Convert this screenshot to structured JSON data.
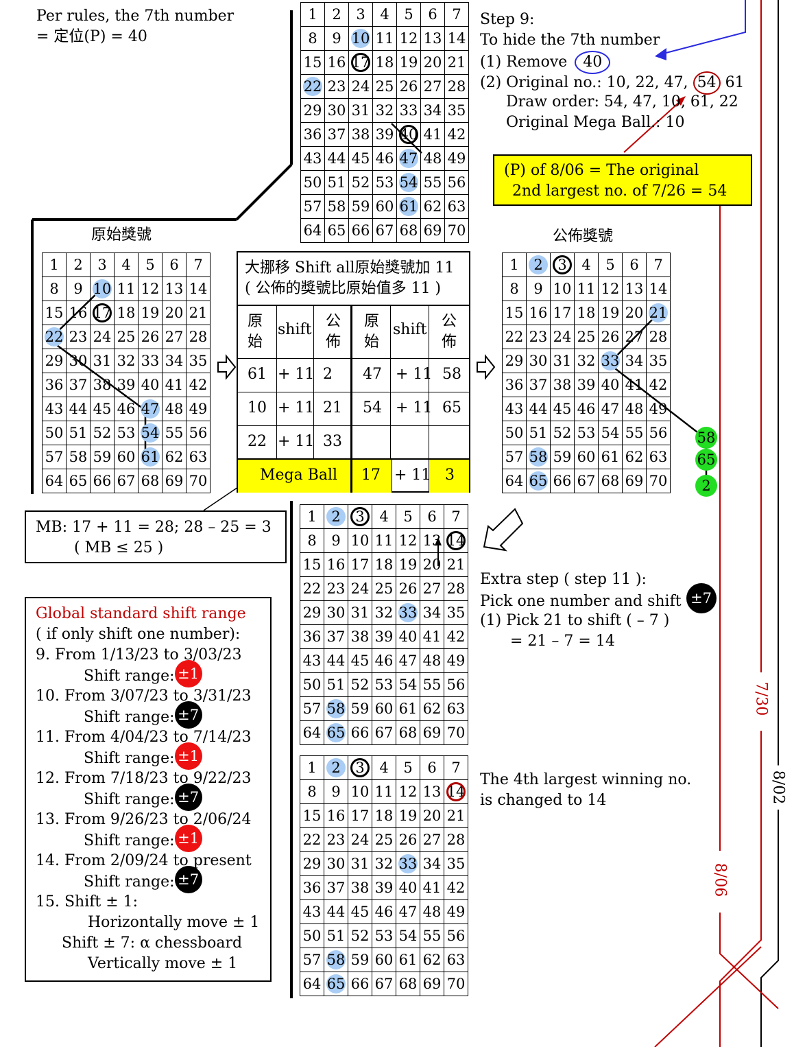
{
  "intro": {
    "line1": "Per rules, the 7th  number",
    "line2": "= 定位(P) = 40"
  },
  "step9": {
    "title": "Step 9:",
    "hide": "To hide the 7th  number",
    "remove_label": "(1)  Remove",
    "remove_value": "40",
    "original_label": "(2) Original no.: 10, 22, 47,",
    "original_circled": "54",
    "original_tail": "61",
    "draw_order": "Draw order: 54, 47, 10, 61, 22",
    "mega": "Original Mega Ball.:  10"
  },
  "yellow_note": {
    "line1": "(P) of 8/06 = The original",
    "line2": "2nd largest no. of 7/26 = 54"
  },
  "labels": {
    "original": "原始獎號",
    "published": "公佈獎號"
  },
  "shift_table": {
    "title1": "大挪移 Shift all原始獎號加 11",
    "title2": "( 公佈的獎號比原始值多 11 )",
    "headers": [
      "原始",
      "shift",
      "公佈",
      "原始",
      "shift",
      "公佈"
    ],
    "rows": [
      [
        "61",
        "+ 11",
        "2",
        "47",
        "+ 11",
        "58"
      ],
      [
        "10",
        "+ 11",
        "21",
        "54",
        "+ 11",
        "65"
      ],
      [
        "22",
        "+ 11",
        "33",
        "",
        "",
        ""
      ]
    ],
    "mega_label": "Mega Ball",
    "mega_row": [
      "17",
      "+ 11",
      "3"
    ]
  },
  "mb_note": {
    "line1": "MB:  17 + 11 = 28;  28 – 25 = 3",
    "line2": "( MB ≤ 25 )"
  },
  "extra_step": {
    "line1": "Extra step ( step 11 ):",
    "line2": "Pick one number and shift",
    "badge": "±7",
    "line3": "(1) Pick 21 to shift ( – 7 )",
    "line4": "= 21 – 7 = 14"
  },
  "fourth_note": {
    "line1": "The 4th largest winning no.",
    "line2": "is changed to 14"
  },
  "global_range": {
    "title": "Global standard shift range",
    "subtitle": "( if only shift one number):",
    "items": [
      {
        "period": "9. From 1/13/23 to 3/03/23",
        "label": "Shift range:",
        "badge": "±1",
        "color": "red"
      },
      {
        "period": "10. From 3/07/23 to 3/31/23",
        "label": "Shift range:",
        "badge": "±7",
        "color": "black"
      },
      {
        "period": "11. From 4/04/23 to 7/14/23",
        "label": "Shift range:",
        "badge": "±1",
        "color": "red"
      },
      {
        "period": "12. From 7/18/23 to 9/22/23",
        "label": "Shift range:",
        "badge": "±7",
        "color": "black"
      },
      {
        "period": "13. From 9/26/23 to 2/06/24",
        "label": "Shift range:",
        "badge": "±1",
        "color": "red"
      },
      {
        "period": "14. From 2/09/24 to present",
        "label": "Shift range:",
        "badge": "±7",
        "color": "black"
      }
    ],
    "rule1": "15. Shift ± 1:",
    "rule2": "Horizontally move ± 1",
    "rule3": "Shift ± 7: α chessboard",
    "rule4": "Vertically move ± 1"
  },
  "date_labels": {
    "d730": "7/30",
    "d802": "8/02",
    "d806": "8/06"
  },
  "green_balls": [
    "58",
    "65",
    "2"
  ],
  "colors": {
    "blue_dot": "#a9cdf4",
    "yellow": "#ffff00",
    "red": "#ee1111",
    "green": "#22dd22",
    "dark_red": "#b00000"
  },
  "grids": {
    "top": {
      "blue": [
        10,
        22,
        47,
        54,
        61
      ],
      "ring": [
        17,
        40
      ],
      "ring_red": []
    },
    "original": {
      "blue": [
        10,
        22,
        47,
        54,
        61
      ],
      "ring": [
        17
      ],
      "ring_red": []
    },
    "published": {
      "blue": [
        2,
        21,
        33,
        58,
        65
      ],
      "ring": [
        3
      ],
      "ring_red": []
    },
    "step11": {
      "blue": [
        2,
        33,
        58,
        65
      ],
      "ring": [
        3,
        14
      ],
      "ring_red": []
    },
    "final": {
      "blue": [
        2,
        33,
        58,
        65
      ],
      "ring": [
        3
      ],
      "ring_red": [
        14
      ]
    }
  }
}
